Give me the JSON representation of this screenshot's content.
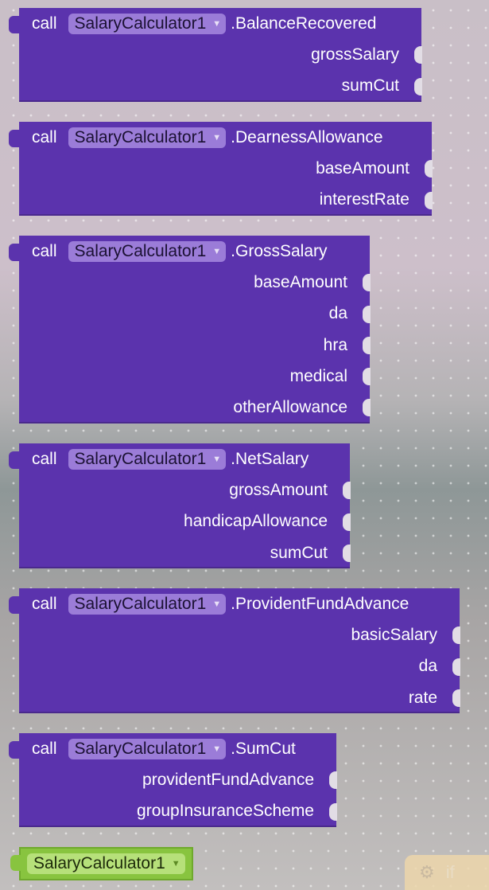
{
  "blocks": [
    {
      "keyword": "call",
      "component": "SalaryCalculator1",
      "method": ".BalanceRecovered",
      "params": [
        "grossSalary",
        "sumCut"
      ]
    },
    {
      "keyword": "call",
      "component": "SalaryCalculator1",
      "method": ".DearnessAllowance",
      "params": [
        "baseAmount",
        "interestRate"
      ]
    },
    {
      "keyword": "call",
      "component": "SalaryCalculator1",
      "method": ".GrossSalary",
      "params": [
        "baseAmount",
        "da",
        "hra",
        "medical",
        "otherAllowance"
      ]
    },
    {
      "keyword": "call",
      "component": "SalaryCalculator1",
      "method": ".NetSalary",
      "params": [
        "grossAmount",
        "handicapAllowance",
        "sumCut"
      ]
    },
    {
      "keyword": "call",
      "component": "SalaryCalculator1",
      "method": ".ProvidentFundAdvance",
      "params": [
        "basicSalary",
        "da",
        "rate"
      ]
    },
    {
      "keyword": "call",
      "component": "SalaryCalculator1",
      "method": ".SumCut",
      "params": [
        "providentFundAdvance",
        "groupInsuranceScheme"
      ]
    }
  ],
  "component_block": {
    "component": "SalaryCalculator1"
  },
  "tray": {
    "gear_icon": "gear-icon",
    "text": "if"
  },
  "colors": {
    "method_block": "#5b33ad",
    "component_block": "#88c43f"
  }
}
